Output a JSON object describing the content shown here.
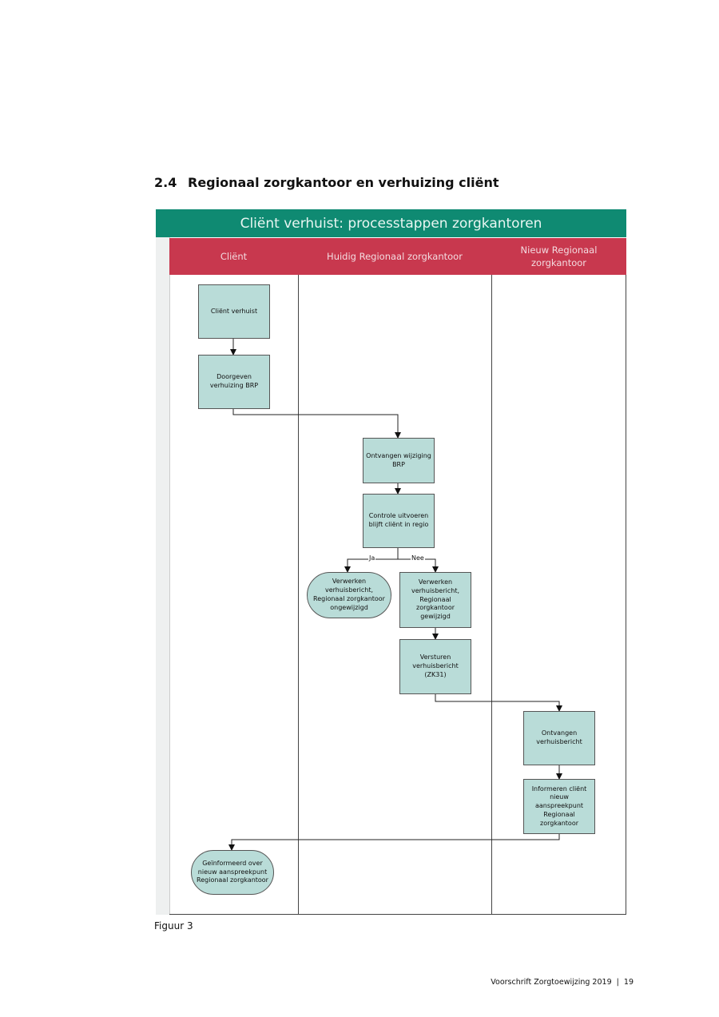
{
  "section": {
    "number": "2.4",
    "title": "Regionaal zorgkantoor en verhuizing cliënt"
  },
  "diagram": {
    "title": "Cliënt verhuist: processtappen zorgkantoren",
    "lanes": [
      "Cliënt",
      "Huidig Regionaal zorgkantoor",
      "Nieuw Regionaal zorgkantoor"
    ],
    "steps": {
      "client_moves": "Cliënt verhuist",
      "report_brp": "Doorgeven verhuizing BRP",
      "receive_change": "Ontvangen wijziging BRP",
      "check": "Controle uitvoeren blijft cliënt in regio",
      "process_unchanged": "Verwerken verhuisbericht, Regionaal zorgkantoor ongewijzigd",
      "process_changed": "Verwerken verhuisbericht, Regionaal zorgkantoor gewijzigd",
      "send_message": "Versturen verhuisbericht (ZK31)",
      "receive_message": "Ontvangen verhuisbericht",
      "inform_client": "Informeren cliënt nieuw aanspreekpunt Regionaal zorgkantoor",
      "informed": "Geïnformeerd over nieuw aanspreekpunt Regionaal zorgkantoor"
    },
    "branch_yes": "Ja",
    "branch_no": "Nee",
    "colors": {
      "title": "#0f8a72",
      "lane_header": "#c8384e",
      "box": "#b9dcd8"
    }
  },
  "caption": "Figuur 3",
  "footer": {
    "doc": "Voorschrift Zorgtoewijzing 2019",
    "page": "19"
  }
}
